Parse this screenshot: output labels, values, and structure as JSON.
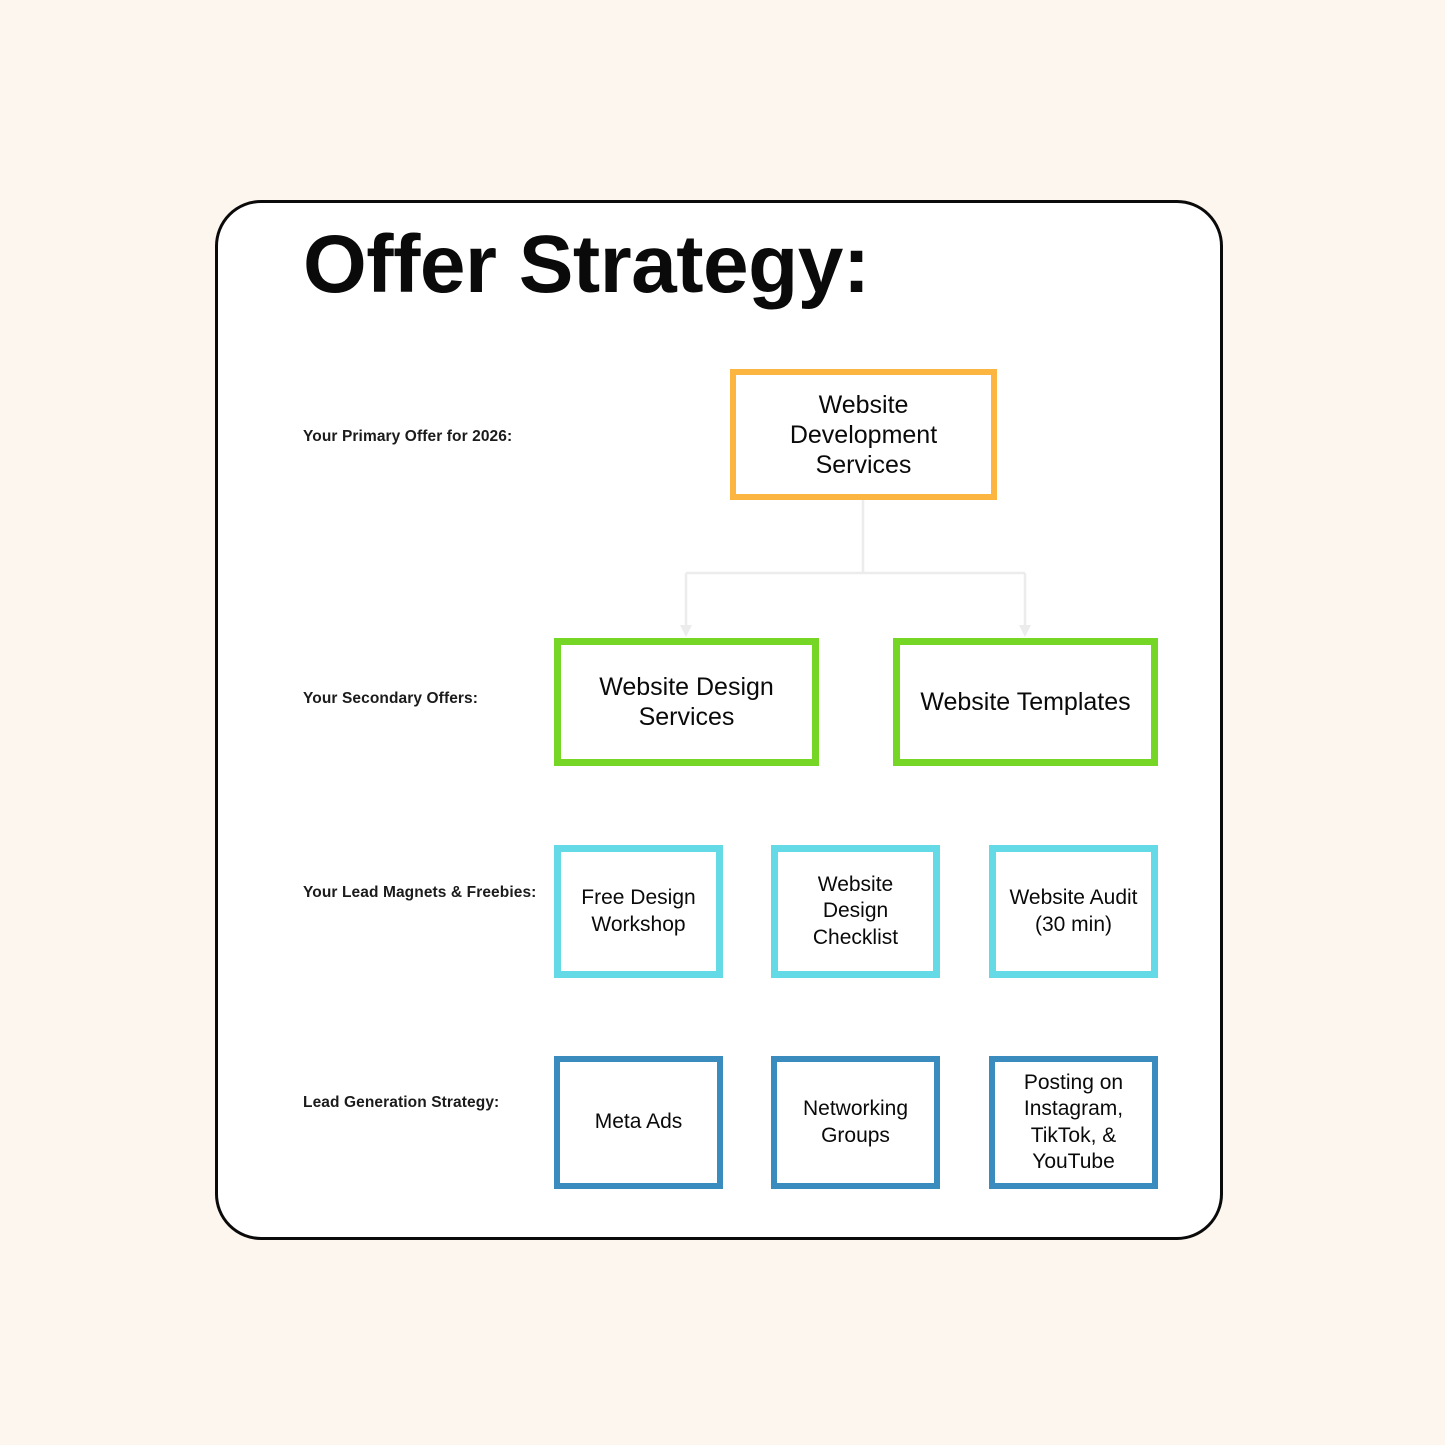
{
  "background_color": "#fdf6ee",
  "card": {
    "background_color": "#ffffff",
    "border_color": "#0a0a0a"
  },
  "header": {
    "title": "Offer Strategy:"
  },
  "rows": [
    {
      "label": "Your Primary Offer for 2026:"
    },
    {
      "label": "Your Secondary Offers:"
    },
    {
      "label": "Your Lead Magnets & Freebies:"
    },
    {
      "label": "Lead Generation Strategy:"
    }
  ],
  "nodes": {
    "primary": {
      "label": "Website Development Services",
      "color": "#fbb540"
    },
    "secondary": {
      "color": "#76d626",
      "items": [
        {
          "label": "Website Design Services"
        },
        {
          "label": "Website Templates"
        }
      ]
    },
    "lead_magnets": {
      "color": "#63dae5",
      "items": [
        {
          "label": "Free Design Workshop"
        },
        {
          "label": "Website Design Checklist"
        },
        {
          "label": "Website Audit (30 min)"
        }
      ]
    },
    "lead_generation": {
      "color": "#3a8cbf",
      "items": [
        {
          "label": "Meta Ads"
        },
        {
          "label": "Networking Groups"
        },
        {
          "label": "Posting on Instagram, TikTok, & YouTube"
        }
      ]
    }
  },
  "connectors": {
    "color": "#ececec"
  }
}
